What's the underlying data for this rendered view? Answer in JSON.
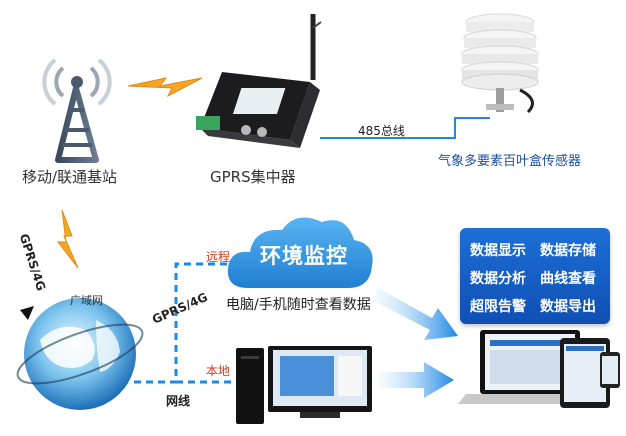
{
  "labels": {
    "tower": "移动/联通基站",
    "concentrator": "GPRS集中器",
    "bus": "485总线",
    "sensor": "气象多要素百叶盒传感器",
    "gprs4g_vertical": "GPRS/4G",
    "wan": "广域网",
    "remote": "远程",
    "local": "本地",
    "gprs4g": "GPRS/4G",
    "cable": "网线",
    "cloud": "环境监控",
    "cloud_sub": "电脑/手机随时查看数据"
  },
  "features": [
    "数据显示",
    "数据存储",
    "数据分析",
    "曲线查看",
    "超限告警",
    "数据导出"
  ],
  "colors": {
    "accent_blue": "#1565c0",
    "dashed_line": "#1e88e5",
    "lightning": "#f5a623",
    "remote_text": "#d23b1c"
  }
}
